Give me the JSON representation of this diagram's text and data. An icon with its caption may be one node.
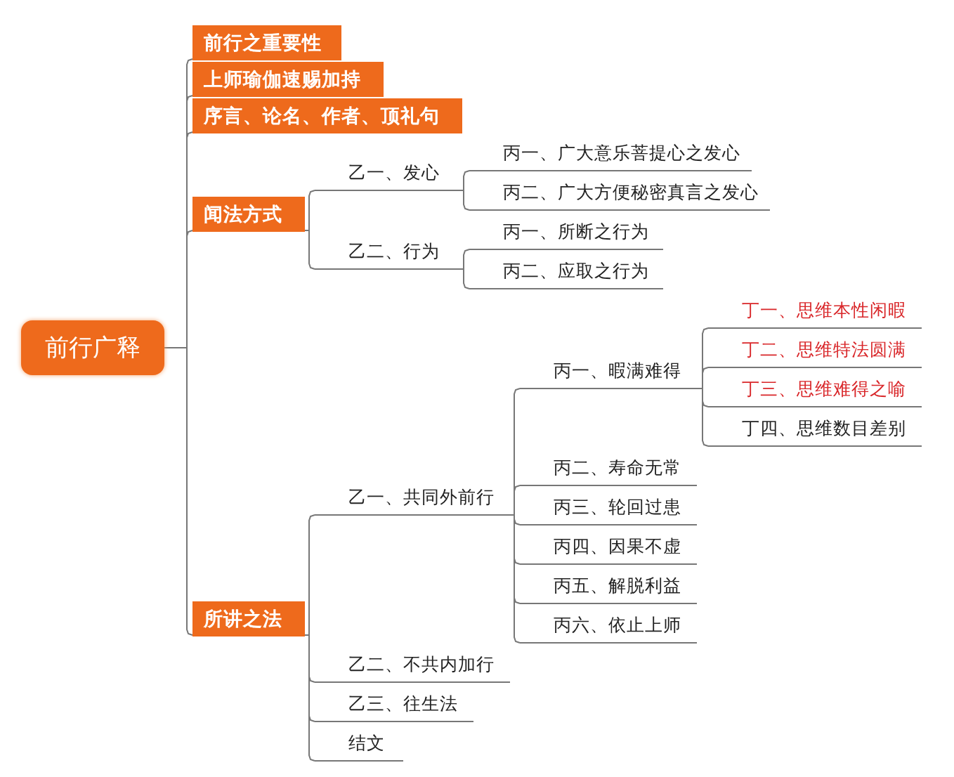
{
  "diagram": {
    "nodes": [
      {
        "text": [
          "前行广释"
        ]
      },
      {
        "text": [
          "前行之重要性"
        ]
      },
      {
        "text": [
          "上师瑜伽速赐加持"
        ]
      },
      {
        "text": [
          "序言、论名、作者、顶礼句"
        ]
      },
      {
        "text": [
          "闻法方式"
        ]
      },
      {
        "text": [
          "所讲之法"
        ]
      },
      {
        "text": [
          "乙一、发心"
        ]
      },
      {
        "text": [
          "丙一、广大意乐菩提心之发心"
        ]
      },
      {
        "text": [
          "丙二、广大方便秘密真言之发心"
        ]
      },
      {
        "text": [
          "乙二、行为"
        ]
      },
      {
        "text": [
          "丙一、所断之行为"
        ]
      },
      {
        "text": [
          "丙二、应取之行为"
        ]
      },
      {
        "text": [
          "乙一、共同外前行"
        ]
      },
      {
        "text": [
          "丙一、暇满难得"
        ]
      },
      {
        "text": [
          "丁一、思维本性闲暇"
        ]
      },
      {
        "text": [
          "丁二、思维特法圆满"
        ]
      },
      {
        "text": [
          "丁三、思维难得之喻"
        ]
      },
      {
        "text": [
          "丁四、思维数目差别"
        ]
      },
      {
        "text": [
          "丙二、寿命无常"
        ]
      },
      {
        "text": [
          "丙三、轮回过患"
        ]
      },
      {
        "text": [
          "丙四、因果不虚"
        ]
      },
      {
        "text": [
          "丙五、解脱利益"
        ]
      },
      {
        "text": [
          "丙六、依止上师"
        ]
      },
      {
        "text": [
          "乙二、不共内加行"
        ]
      },
      {
        "text": [
          "乙三、往生法"
        ]
      },
      {
        "text": [
          "结文"
        ]
      }
    ],
    "edges": [
      {
        "from": 0,
        "to": 1,
        "arrow": "none"
      },
      {
        "from": 0,
        "to": 2,
        "arrow": "none"
      },
      {
        "from": 0,
        "to": 3,
        "arrow": "none"
      },
      {
        "from": 0,
        "to": 4,
        "arrow": "none"
      },
      {
        "from": 0,
        "to": 5,
        "arrow": "none"
      },
      {
        "from": 4,
        "to": 6,
        "arrow": "none"
      },
      {
        "from": 6,
        "to": 7,
        "arrow": "none"
      },
      {
        "from": 6,
        "to": 8,
        "arrow": "none"
      },
      {
        "from": 4,
        "to": 9,
        "arrow": "none"
      },
      {
        "from": 9,
        "to": 10,
        "arrow": "none"
      },
      {
        "from": 9,
        "to": 11,
        "arrow": "none"
      },
      {
        "from": 5,
        "to": 12,
        "arrow": "none"
      },
      {
        "from": 12,
        "to": 13,
        "arrow": "none"
      },
      {
        "from": 13,
        "to": 14,
        "arrow": "none"
      },
      {
        "from": 13,
        "to": 15,
        "arrow": "none"
      },
      {
        "from": 13,
        "to": 16,
        "arrow": "none"
      },
      {
        "from": 13,
        "to": 17,
        "arrow": "none"
      },
      {
        "from": 12,
        "to": 18,
        "arrow": "none"
      },
      {
        "from": 12,
        "to": 19,
        "arrow": "none"
      },
      {
        "from": 12,
        "to": 20,
        "arrow": "none"
      },
      {
        "from": 12,
        "to": 21,
        "arrow": "none"
      },
      {
        "from": 12,
        "to": 22,
        "arrow": "none"
      },
      {
        "from": 5,
        "to": 23,
        "arrow": "none"
      },
      {
        "from": 5,
        "to": 24,
        "arrow": "none"
      },
      {
        "from": 5,
        "to": 25,
        "arrow": "none"
      }
    ]
  }
}
